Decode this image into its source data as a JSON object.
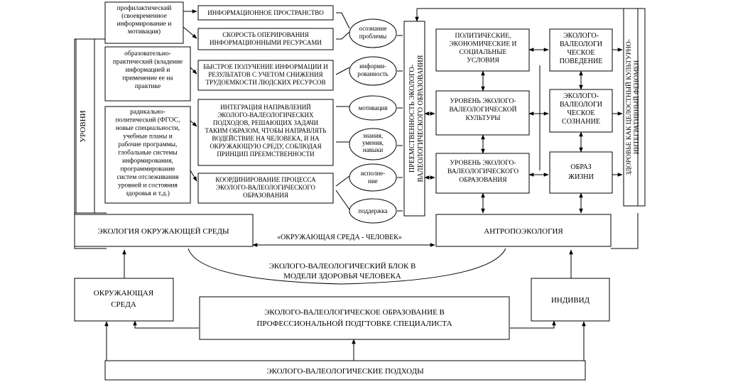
{
  "levels": {
    "title": "УРОВНИ",
    "prof": [
      "профилактический",
      "(своевременное",
      "информирование и",
      "мотивация)"
    ],
    "edu": [
      "образовательно-",
      "практический (владение",
      "информацией и",
      "применение ее на",
      "практике"
    ],
    "radical": [
      "радикально-",
      "политический (ФГОС,",
      "новые специальности,",
      "учебные планы и",
      "рабочие программы,",
      "глобальные системы",
      "информирования,",
      "программирование",
      "систем отслеживания",
      "уровней и состояния",
      "здоровья и т.д.)"
    ]
  },
  "mid": {
    "info_space": [
      "ИНФОРМАЦИОННОЕ ПРОСТРАНСТВО"
    ],
    "speed": [
      "СКОРОСТЬ ОПЕРИРОВАНИЯ",
      "ИНФОРМАЦИОННЫМИ РЕСУРСАМИ"
    ],
    "fast": [
      "БЫСТРОЕ ПОЛУЧЕНИЕ ИНФОРМАЦИИ И",
      "РЕЗУЛЬТАТОВ С УЧЕТОМ СНИЖЕНИЯ",
      "ТРУДОЕМКОСТИ ЛЮДСКИХ РЕСУРСОВ"
    ],
    "integration": [
      "ИНТЕГРАЦИЯ НАПРАВЛЕНИЙ",
      "ЭКОЛОГО-ВАЛЕОЛОГИЧЕСКИХ",
      "ПОДХОДОВ, РЕШАЮЩИХ ЗАДАЧИ",
      "ТАКИМ ОБРАЗОМ, ЧТОБЫ НАПРАВЛЯТЬ",
      "ВОДЕЙСТВИЕ НА ЧЕЛОВЕКА, И НА",
      "ОКРУЖАЮЩУЮ СРЕДУ, СОБЛЮДАЯ",
      "ПРИНЦИП ПРЕЕМСТВЕННОСТИ"
    ],
    "coord": [
      "КООРДИНИРОВАНИЕ ПРОЦЕССА",
      "ЭКОЛОГО-ВАЛЕОЛОГИЧЕСКОГО",
      "ОБРАЗОВАНИЯ"
    ]
  },
  "ovals": {
    "awareness": [
      "осознание",
      "проблемы"
    ],
    "informed": [
      "информи-",
      "рованность"
    ],
    "motivation": [
      "мотивация"
    ],
    "knowledge": [
      "знания,",
      "умения,",
      "навыки"
    ],
    "execution": [
      "исполне-",
      "ние"
    ],
    "support": [
      "поддержка"
    ]
  },
  "continuity": [
    "ПРЕЕМСТВЕННОСТЬ ЭКОЛОГО-",
    "ВАЛЕОЛОГИЧЕСКОГО ОБРАЗОВАНИЯ"
  ],
  "right": {
    "political": [
      "ПОЛИТИЧЕСКИЕ,",
      "ЭКОНОМИЧЕСКИЕ И",
      "СОЦИАЛЬНЫЕ",
      "УСЛОВИЯ"
    ],
    "culture": [
      "УРОВЕНЬ ЭКОЛОГО-",
      "ВАЛЕОЛОГИЧЕСКОЙ",
      "КУЛЬТУРЫ"
    ],
    "education_level": [
      "УРОВЕНЬ ЭКОЛОГО-",
      "ВАЛЕОЛОГИЧЕСКОГО",
      "ОБРАЗОВАНИЯ"
    ],
    "behavior": [
      "ЭКОЛОГО-",
      "ВАЛЕОЛОГИ",
      "ЧЕСКОЕ",
      "ПОВЕДЕНИЕ"
    ],
    "consciousness": [
      "ЭКОЛОГО-",
      "ВАЛЕОЛОГИ",
      "ЧЕСКОЕ",
      "СОЗНАНИЕ"
    ],
    "lifestyle": [
      "ОБРАЗ",
      "ЖИЗНИ"
    ]
  },
  "health": [
    "ЗДОРОВЬЕ КАК ЦЕЛОСТНЫЙ КУЛЬТУРНО-",
    "ИНТЕГРАТИВНЫЙ ФЕНОМЕН"
  ],
  "ecology_env": "ЭКОЛОГИЯ ОКРУЖАЮЩЕЙ СРЕДЫ",
  "env_human": "«ОКРУЖАЮЩАЯ СРЕДА - ЧЕЛОВЕК»",
  "anthropoecology": "АНТРОПОЭКОЛОГИЯ",
  "block": [
    "ЭКОЛОГО-ВАЛЕОЛОГИЧЕСКИЙ БЛОК В",
    "МОДЕЛИ ЗДОРОВЬЯ ЧЕЛОВЕКА"
  ],
  "environment": [
    "ОКРУЖАЮЩАЯ",
    "СРЕДА"
  ],
  "individual": "ИНДИВИД",
  "prof_edu": [
    "ЭКОЛОГО-ВАЛЕОЛОГИЧЕСКОЕ ОБРАЗОВАНИЕ В",
    "ПРОФЕССИОНАЛЬНОЙ ПОДГТОВКЕ СПЕЦИАЛИСТА"
  ],
  "approaches": "ЭКОЛОГО-ВАЛЕОЛОГИЧЕСКИЕ ПОДХОДЫ"
}
